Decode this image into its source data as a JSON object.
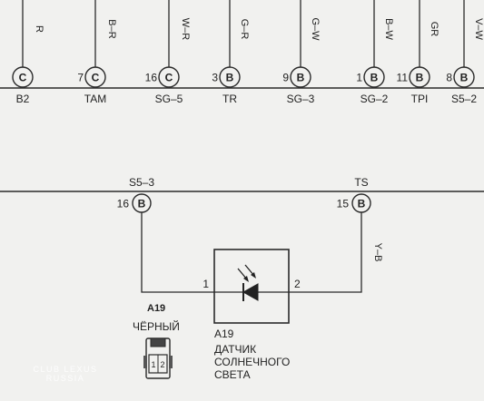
{
  "top_wires": [
    {
      "color": "R",
      "pin": "",
      "type": "C",
      "label": "B2"
    },
    {
      "color": "B–R",
      "pin": "7",
      "type": "C",
      "label": "TAM"
    },
    {
      "color": "W–R",
      "pin": "16",
      "type": "C",
      "label": "SG–5"
    },
    {
      "color": "G–R",
      "pin": "3",
      "type": "B",
      "label": "TR"
    },
    {
      "color": "G–W",
      "pin": "9",
      "type": "B",
      "label": "SG–3"
    },
    {
      "color": "B–W",
      "pin": "1",
      "type": "B",
      "label": "SG–2"
    },
    {
      "color": "GR",
      "pin": "11",
      "type": "B",
      "label": "TPI"
    },
    {
      "color": "V–W",
      "pin": "8",
      "type": "B",
      "label": "S5–2"
    }
  ],
  "lower_pins": [
    {
      "label": "S5–3",
      "pin": "16",
      "type": "B"
    },
    {
      "label": "TS",
      "pin": "15",
      "type": "B"
    }
  ],
  "right_wire_color": "Y–B",
  "sensor": {
    "pin_left": "1",
    "pin_right": "2",
    "ref": "A19",
    "name_line1": "ДАТЧИК",
    "name_line2": "СОЛНЕЧНОГО",
    "name_line3": "СВЕТА"
  },
  "connector": {
    "ref": "A19",
    "color_name": "ЧЁРНЫЙ",
    "pin1": "1",
    "pin2": "2"
  },
  "watermark": {
    "line1": "CLUB LEXUS",
    "line2": "RUSSIA"
  }
}
